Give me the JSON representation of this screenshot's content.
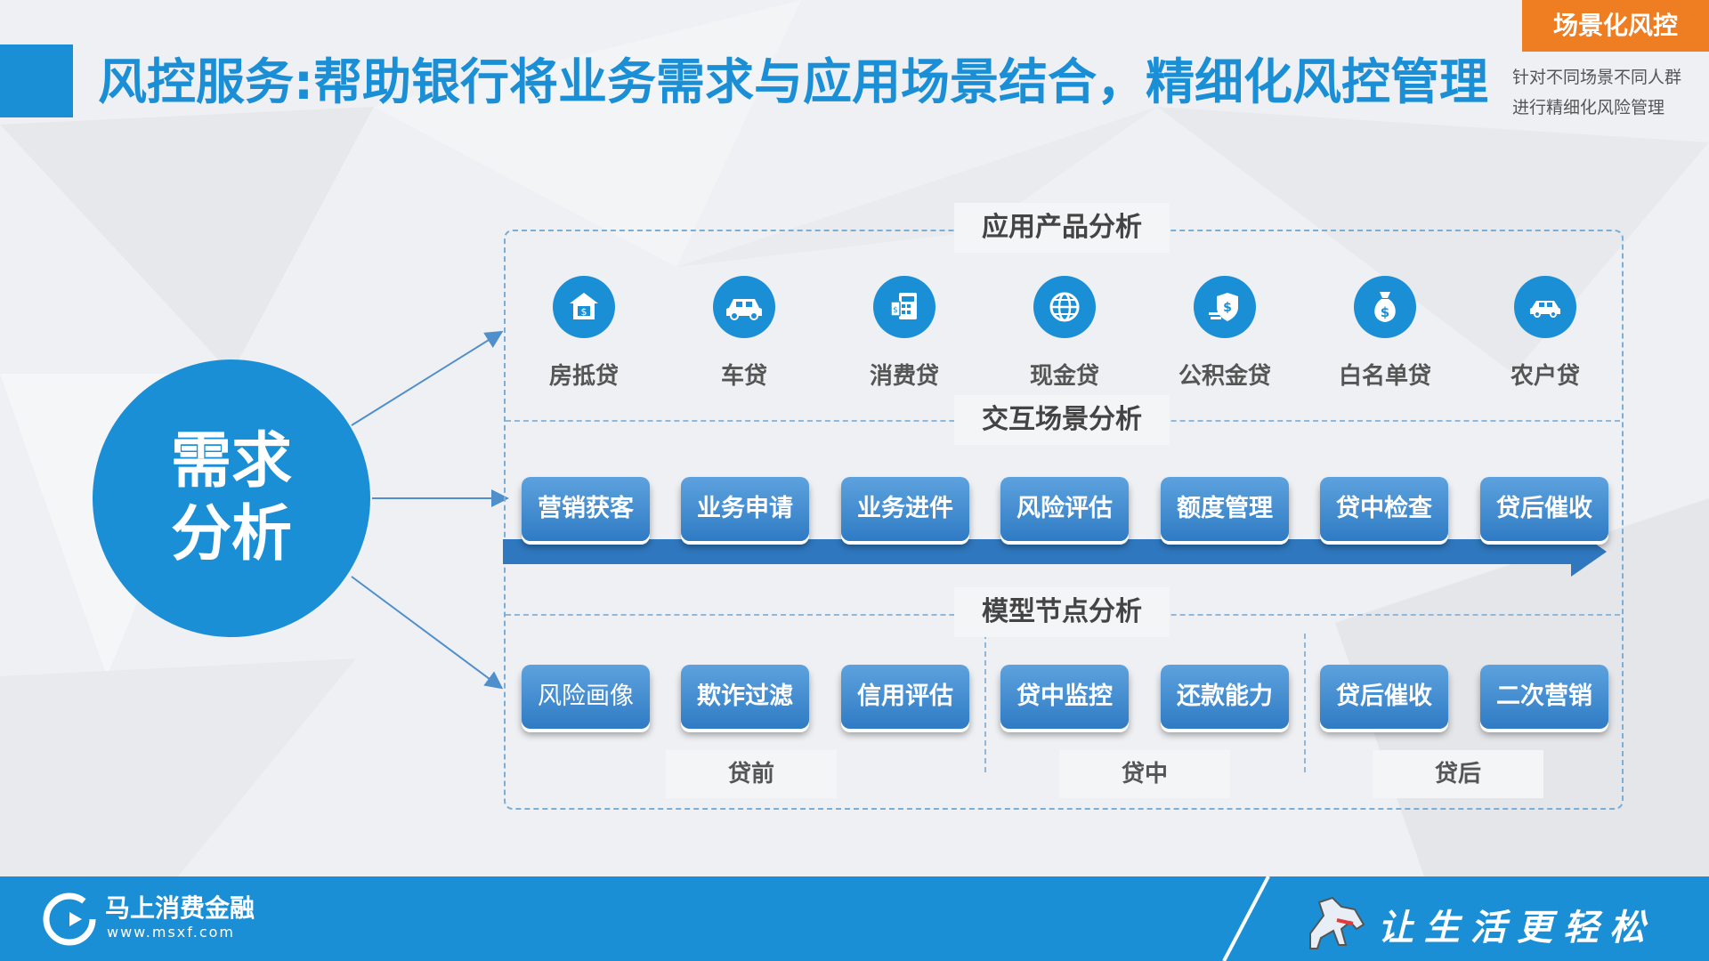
{
  "title": "风控服务:帮助银行将业务需求与应用场景结合，精细化风控管理",
  "tag": {
    "label": "场景化风控",
    "line1": "针对不同场景不同人群",
    "line2": "进行精细化风险管理"
  },
  "demand": {
    "line1": "需求",
    "line2": "分析"
  },
  "sections": {
    "product": "应用产品分析",
    "interaction": "交互场景分析",
    "model": "模型节点分析"
  },
  "products": [
    {
      "label": "房抵贷",
      "icon": "house-dollar-icon"
    },
    {
      "label": "车贷",
      "icon": "car-icon"
    },
    {
      "label": "消费贷",
      "icon": "calculator-icon"
    },
    {
      "label": "现金贷",
      "icon": "globe-icon"
    },
    {
      "label": "公积金贷",
      "icon": "shield-dollar-icon"
    },
    {
      "label": "白名单贷",
      "icon": "money-bag-icon"
    },
    {
      "label": "农户贷",
      "icon": "small-car-icon"
    }
  ],
  "flow": [
    "营销获客",
    "业务申请",
    "业务进件",
    "风险评估",
    "额度管理",
    "贷中检查",
    "贷后催收"
  ],
  "model_nodes": [
    "风险画像",
    "欺诈过滤",
    "信用评估",
    "贷中监控",
    "还款能力",
    "贷后催收",
    "二次营销"
  ],
  "stages": [
    "贷前",
    "贷中",
    "贷后"
  ],
  "footer": {
    "brand": "马上消费金融",
    "url": "www.msxf.com",
    "slogan": "让生活更轻松"
  },
  "colors": {
    "primary": "#1b8fd6",
    "accent": "#ef7d22",
    "button_top": "#5da2de",
    "button_bottom": "#2f7bc4",
    "arrow": "#2f78bf"
  }
}
